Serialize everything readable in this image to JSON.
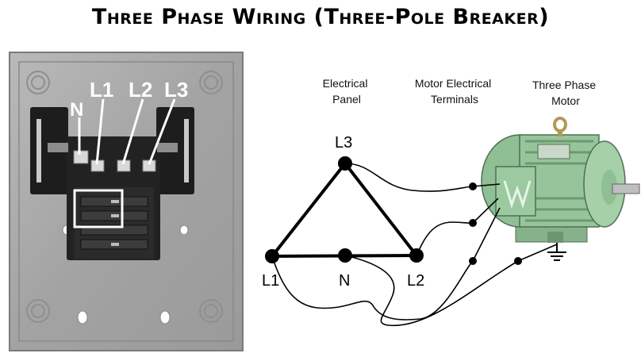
{
  "title": "Three Phase  Wiring (Three-Pole Breaker)",
  "panel_labels": {
    "n": "N",
    "l1": "L1",
    "l2": "L2",
    "l3": "L3"
  },
  "headers": {
    "panel": [
      "Electrical",
      "Panel"
    ],
    "terminals": [
      "Motor Electrical",
      "Terminals"
    ],
    "motor": [
      "Three Phase",
      "Motor"
    ]
  },
  "nodes": {
    "l1": "L1",
    "l2": "L2",
    "l3": "L3",
    "n": "N"
  },
  "colors": {
    "panel_steel": "#a9a9a9",
    "bus_black": "#1d1d1d",
    "motor_green": "#8fbf94",
    "wire": "#000000"
  },
  "icons": [
    "ground-symbol-icon",
    "motor-illustration",
    "breaker-panel-illustration"
  ]
}
